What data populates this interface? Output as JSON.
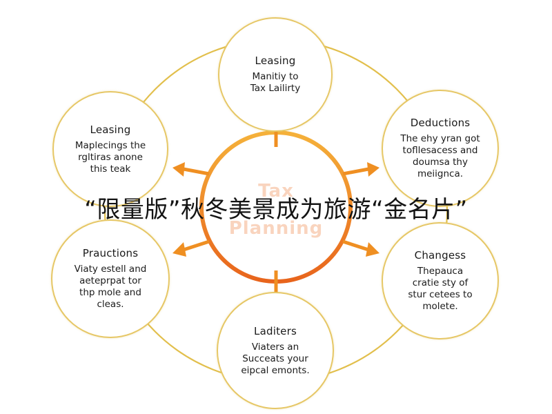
{
  "center": {
    "line1": "Tax",
    "line2": "Planning"
  },
  "nodes": [
    {
      "id": "top",
      "title": "Leasing",
      "lines": [
        "Manitiy to",
        "Tax Lailirty"
      ]
    },
    {
      "id": "top-right",
      "title": "Deductions",
      "lines": [
        "The ehy yran got",
        "tofllesacess and",
        "doumsa thy",
        "meiignca."
      ]
    },
    {
      "id": "bottom-right",
      "title": "Changess",
      "lines": [
        "Thepauca",
        "cratie sty of",
        "stur cetees to",
        "molete."
      ]
    },
    {
      "id": "bottom",
      "title": "Laditers",
      "lines": [
        "Viaters an",
        "Succeats your",
        "eipcal emonts."
      ]
    },
    {
      "id": "bottom-left",
      "title": "Prauctions",
      "lines": [
        "Viaty estell and",
        "aeteprpat tor",
        "thp mole and",
        "cleas."
      ]
    },
    {
      "id": "top-left",
      "title": "Leasing",
      "lines": [
        "Maplecings the",
        "rgltiras anone",
        "this teak"
      ]
    }
  ],
  "caption": "“限量版”秋冬美景成为旅游“金名片”",
  "colors": {
    "ring": "#e2bf4c",
    "arrow": "#ef8f22",
    "center_ring_top": "#f5b13a",
    "center_ring_bottom": "#e8641c",
    "watermark": "#f2a06e"
  }
}
